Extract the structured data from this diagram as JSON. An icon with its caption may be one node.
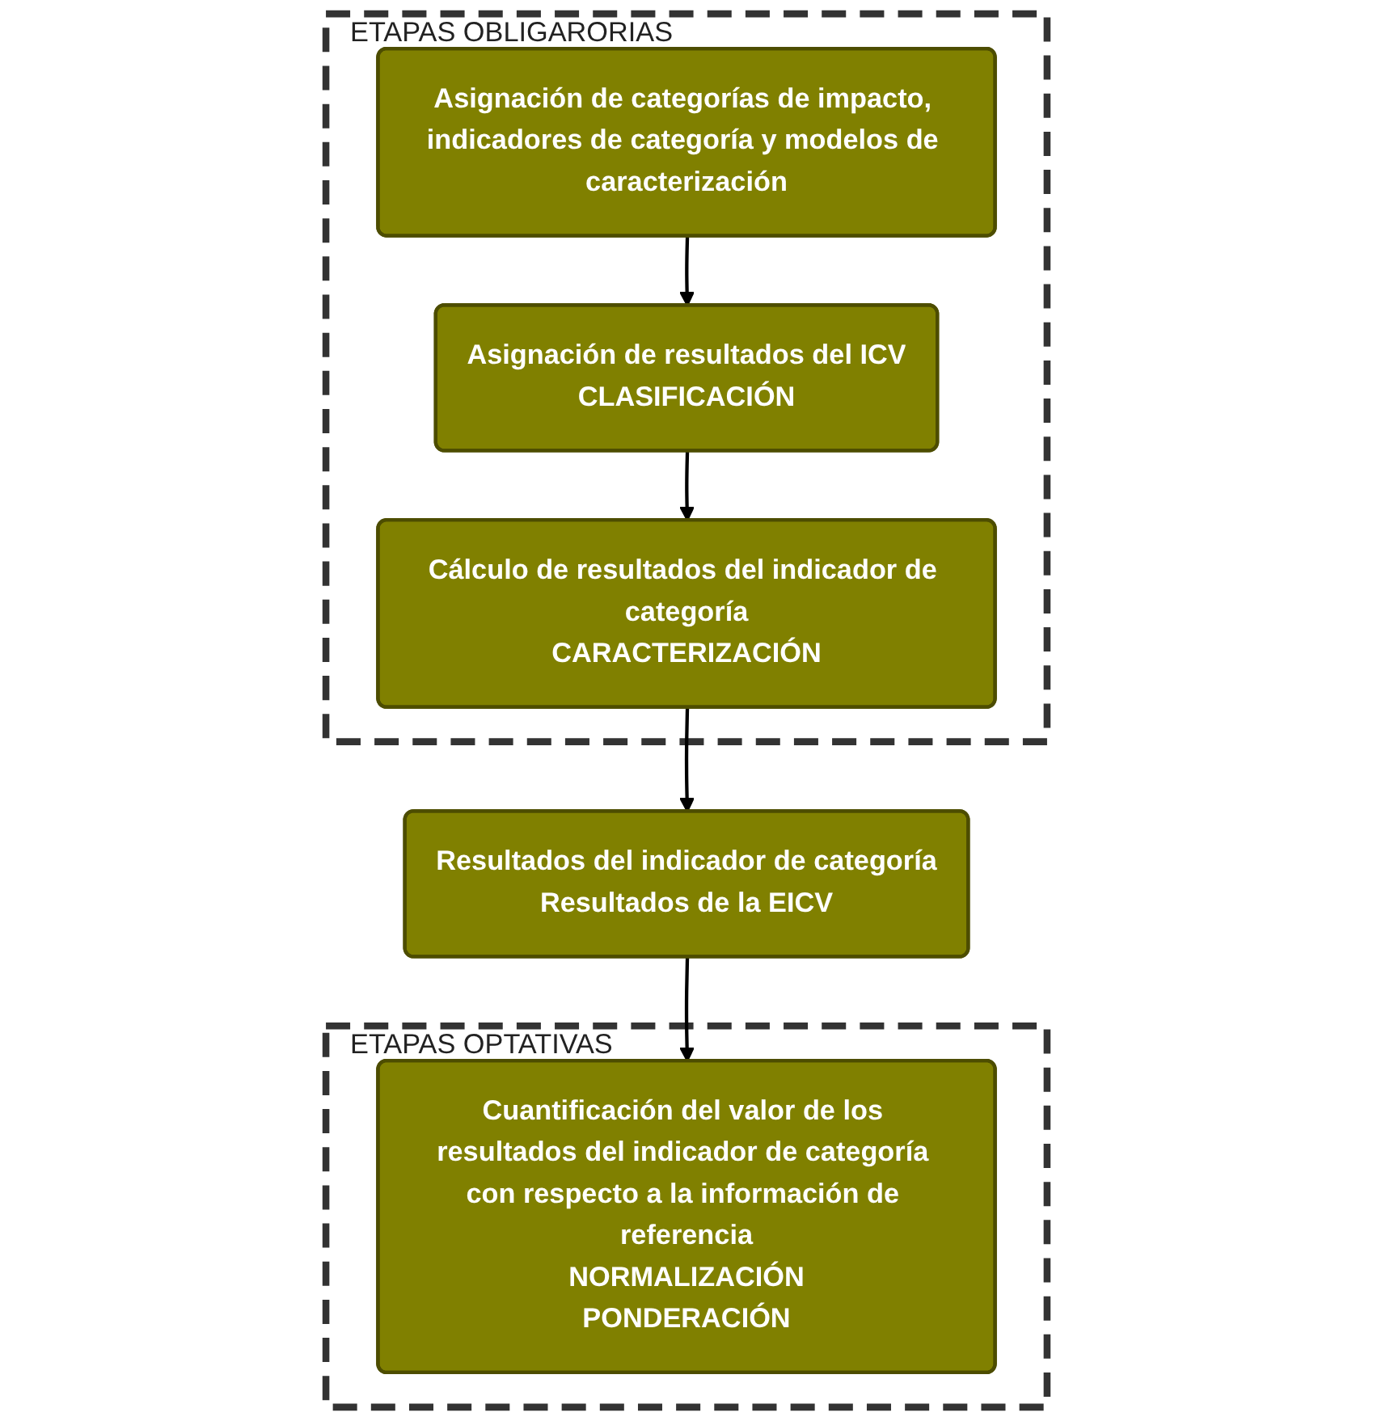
{
  "diagram": {
    "nodes": [
      {
        "text": [
          "ETAPAS OBLIGARORIAS"
        ]
      },
      {
        "text": [
          "Asignación de categorías de impacto, indicadores de categoría y modelos de caracterización"
        ],
        "in": 0
      },
      {
        "text": [
          "Asignación de resultados del ICV",
          "CLASIFICACIÓN"
        ],
        "in": 0
      },
      {
        "text": [
          "Cálculo de resultados del indicador de categoría",
          "CARACTERIZACIÓN"
        ],
        "in": 0
      },
      {
        "text": [
          "Resultados del indicador de categoría",
          "Resultados de la EICV"
        ]
      },
      {
        "text": [
          "ETAPAS OPTATIVAS"
        ]
      },
      {
        "text": [
          "Cuantificación del valor de los resultados del indicador de categoría con respecto a la información de referencia",
          "NORMALIZACIÓN",
          "PONDERACIÓN"
        ],
        "in": 5
      }
    ],
    "edges": [
      {
        "from": 1,
        "to": 2,
        "arrow": "to"
      },
      {
        "from": 2,
        "to": 3,
        "arrow": "to"
      },
      {
        "from": 3,
        "to": 4,
        "arrow": "to"
      },
      {
        "from": 4,
        "to": 6,
        "arrow": "to"
      }
    ]
  }
}
